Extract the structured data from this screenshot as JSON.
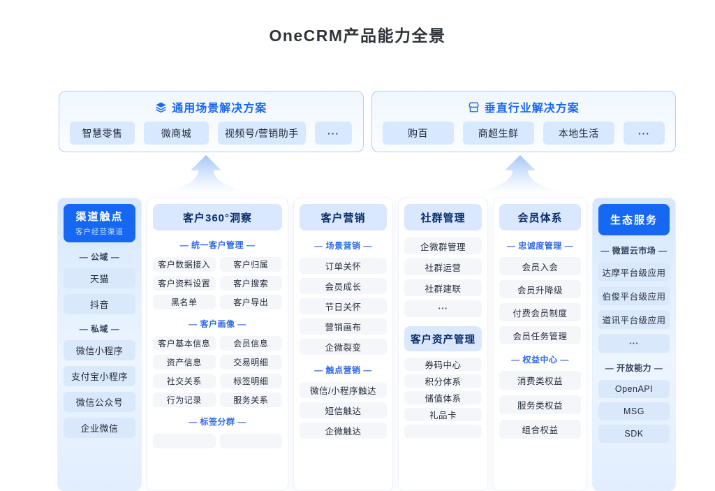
{
  "page": {
    "title": "OneCRM产品能力全景"
  },
  "colors": {
    "primary": "#1668F2",
    "section_blue": "#2E6BE6",
    "section_dark": "#33415E",
    "pill_blue": "#D9E8FB",
    "header_light": "#D9E8FF"
  },
  "solutions": [
    {
      "icon": "layers-icon",
      "title": "通用场景解决方案",
      "items": [
        "智慧零售",
        "微商城",
        "视频号/营销助手",
        "···"
      ]
    },
    {
      "icon": "storefront-icon",
      "title": "垂直行业解决方案",
      "items": [
        "购百",
        "商超生鲜",
        "本地生活",
        "···"
      ]
    }
  ],
  "columns": [
    {
      "header": {
        "title": "渠道触点",
        "subtitle": "客户经营渠道"
      },
      "sections": [
        {
          "label": "— 公域 —",
          "items": [
            "天猫",
            "抖音"
          ]
        },
        {
          "label": "— 私域 —",
          "items": [
            "微信小程序",
            "支付宝小程序",
            "微信公众号",
            "企业微信"
          ]
        }
      ]
    },
    {
      "header": {
        "title": "客户360°洞察"
      },
      "sections": [
        {
          "label": "— 统一客户管理 —",
          "items": [
            "客户数据接入",
            "客户归属",
            "客户资料设置",
            "客户搜索",
            "黑名单",
            "客户导出"
          ]
        },
        {
          "label": "— 客户画像 —",
          "items": [
            "客户基本信息",
            "会员信息",
            "资产信息",
            "交易明细",
            "社交关系",
            "标签明细",
            "行为记录",
            "服务关系"
          ]
        },
        {
          "label": "— 标签分群 —",
          "items": [
            "",
            ""
          ]
        }
      ]
    },
    {
      "header": {
        "title": "客户营销"
      },
      "sections": [
        {
          "label": "— 场景营销 —",
          "items": [
            "订单关怀",
            "会员成长",
            "节日关怀",
            "营销画布",
            "企微裂变"
          ]
        },
        {
          "label": "— 触点营销 —",
          "items": [
            "微信/小程序触达",
            "短信触达",
            "企微触达"
          ]
        }
      ]
    },
    {
      "header": {
        "title": "社群管理"
      },
      "header2": {
        "title": "客户资产管理"
      },
      "sections": [
        {
          "label": "",
          "items": [
            "企微群管理",
            "社群运营",
            "社群建联",
            "···"
          ]
        },
        {
          "label": "",
          "items": [
            "券码中心",
            "积分体系",
            "储值体系",
            "礼品卡",
            ""
          ]
        }
      ]
    },
    {
      "header": {
        "title": "会员体系"
      },
      "sections": [
        {
          "label": "— 忠诚度管理 —",
          "items": [
            "会员入会",
            "会员升降级",
            "付费会员制度",
            "会员任务管理"
          ]
        },
        {
          "label": "— 权益中心 —",
          "items": [
            "消费类权益",
            "服务类权益",
            "组合权益"
          ]
        }
      ]
    },
    {
      "header": {
        "title": "生态服务"
      },
      "sections": [
        {
          "label": "— 微盟云市场 —",
          "items": [
            "达摩平台级应用",
            "伯俊平台级应用",
            "道讯平台级应用",
            "···"
          ]
        },
        {
          "label": "— 开放能力 —",
          "items": [
            "OpenAPI",
            "MSG",
            "SDK"
          ]
        }
      ]
    }
  ]
}
